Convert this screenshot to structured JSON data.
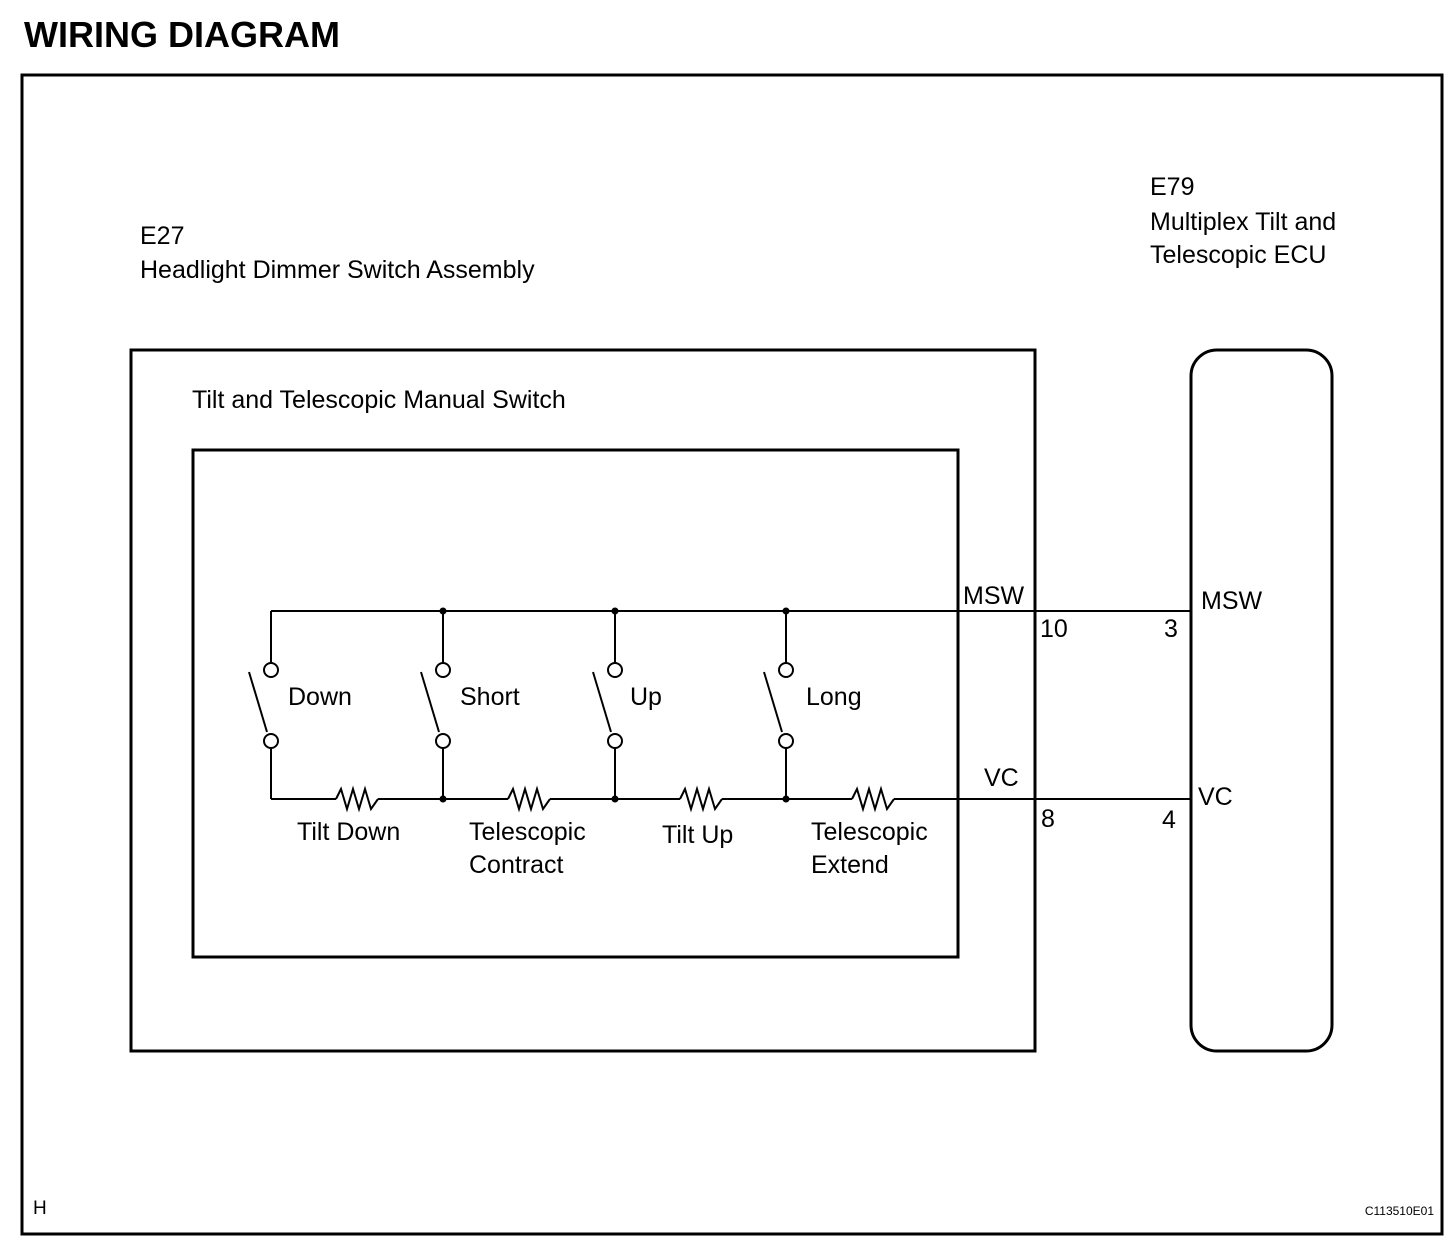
{
  "page": {
    "title": "WIRING DIAGRAM"
  },
  "components": {
    "e27": {
      "code": "E27",
      "name": "Headlight Dimmer Switch Assembly"
    },
    "e79": {
      "code": "E79",
      "name_line1": "Multiplex Tilt and",
      "name_line2": "Telescopic ECU"
    },
    "inner_switch": {
      "title": "Tilt and Telescopic Manual Switch"
    }
  },
  "switches": [
    {
      "label": "Down"
    },
    {
      "label": "Short"
    },
    {
      "label": "Up"
    },
    {
      "label": "Long"
    }
  ],
  "resistors": [
    {
      "line1": "Tilt Down",
      "line2": ""
    },
    {
      "line1": "Telescopic",
      "line2": "Contract"
    },
    {
      "line1": "Tilt Up",
      "line2": ""
    },
    {
      "line1": "Telescopic",
      "line2": "Extend"
    }
  ],
  "signals": {
    "msw": {
      "name_left": "MSW",
      "pin_left": "10",
      "pin_right": "3",
      "name_right": "MSW"
    },
    "vc": {
      "name_left": "VC",
      "pin_left": "8",
      "pin_right": "4",
      "name_right": "VC"
    }
  },
  "footer": {
    "section_letter": "H",
    "code": "C113510E01"
  }
}
